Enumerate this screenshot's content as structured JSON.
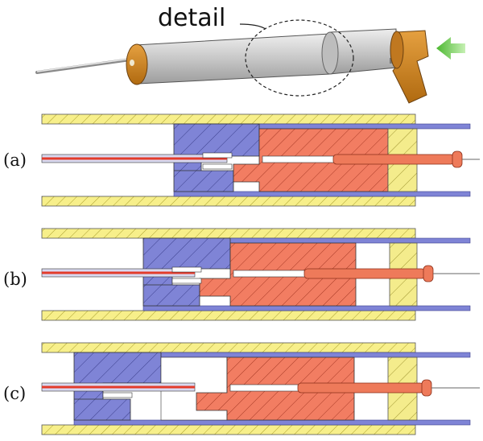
{
  "figure": {
    "detail_label": "detail",
    "panels": [
      {
        "id": "a",
        "label": "(a)"
      },
      {
        "id": "b",
        "label": "(b)"
      },
      {
        "id": "c",
        "label": "(c)"
      }
    ]
  },
  "colors": {
    "outer_tube": "#f7ef8a",
    "blue_block": "#7f84d6",
    "red_block": "#f27d62",
    "end_cap": "#f4ec8c",
    "rod": "#ee7a5a",
    "cylinder": "#c9c9c9",
    "handle": "#d98a1e",
    "arrow": "#6cc84a"
  }
}
